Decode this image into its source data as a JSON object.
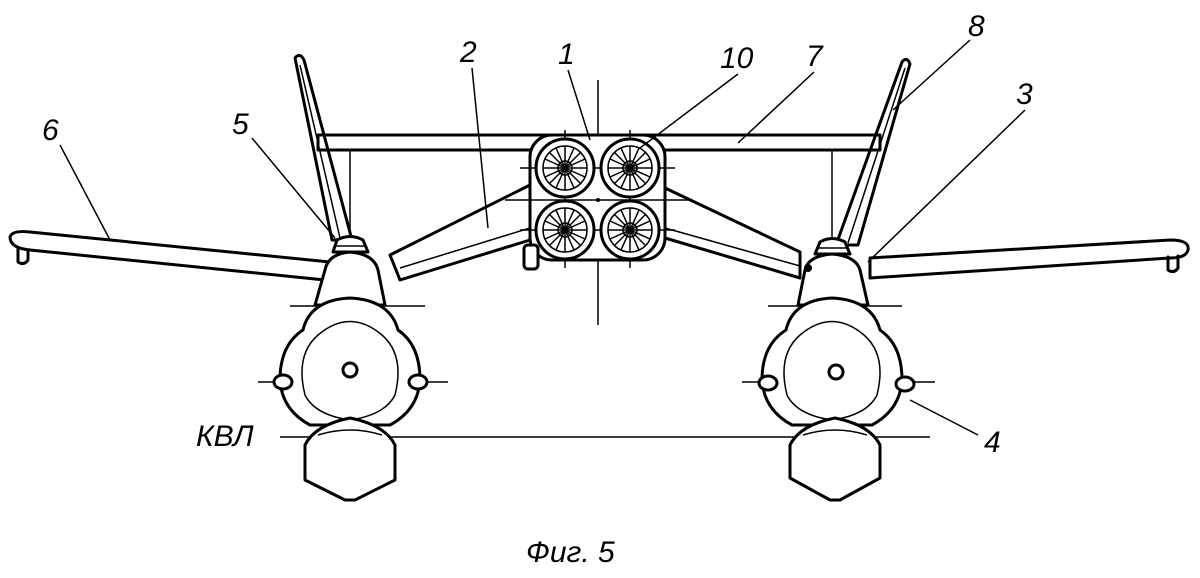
{
  "labels": {
    "n1": "1",
    "n2": "2",
    "n3": "3",
    "n4": "4",
    "n5": "5",
    "n6": "6",
    "n7": "7",
    "n8": "8",
    "n10": "10",
    "waterline": "КВЛ"
  },
  "caption": "Фиг. 5"
}
